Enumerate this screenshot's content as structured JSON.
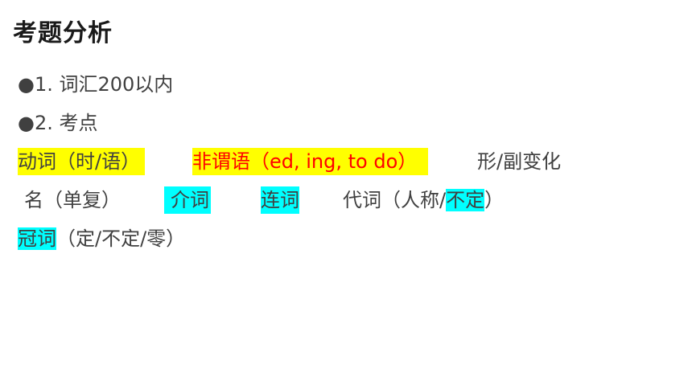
{
  "title": "考题分析",
  "bullets": [
    {
      "marker": "●",
      "text": "1. 词汇200以内"
    },
    {
      "marker": "●",
      "text": "2. 考点"
    }
  ],
  "topics": {
    "verb": "动词（时/语）",
    "nonfinite": "非谓语（ed, ing, to do）",
    "adjadv": "形/副变化",
    "noun": "名（单复）",
    "prep": "介词",
    "conj": "连词",
    "pronoun_prefix": "代词（人称/",
    "pronoun_hl": "不定",
    "pronoun_suffix": "）",
    "article_hl": "冠词",
    "article_rest": "（定/不定/零）"
  },
  "colors": {
    "highlight_yellow": "#ffff00",
    "highlight_cyan": "#00ffff",
    "emphasis_red": "#ff0000",
    "body_text": "#404040"
  }
}
